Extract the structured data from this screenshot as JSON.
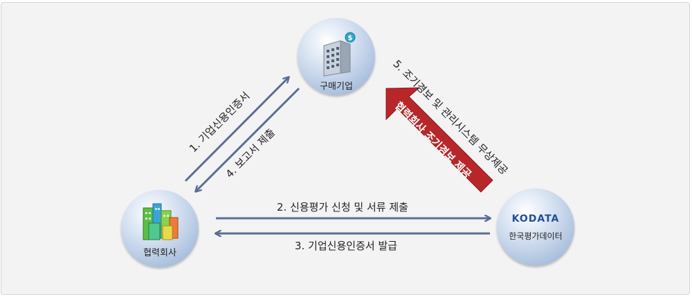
{
  "nodes": {
    "buyer": {
      "label": "구매기업"
    },
    "partner": {
      "label": "협력회사"
    },
    "kodata": {
      "label": "한국평가데이터",
      "logo_text": "KODATA"
    }
  },
  "edges": {
    "e1": "1. 기업신용인증서",
    "e2": "2. 신용평가 신청 및 서류 제출",
    "e3": "3. 기업신용인증서 발급",
    "e4": "4. 보고서 제출",
    "e5": "5. 조기경보 및 관리시스템 무상제공"
  },
  "highlight_arrow": {
    "label": "협력회사 조기경보 제공"
  },
  "colors": {
    "arrow": "#5a6d96",
    "highlight": "#b7272a",
    "node": "#b3c7e2"
  }
}
